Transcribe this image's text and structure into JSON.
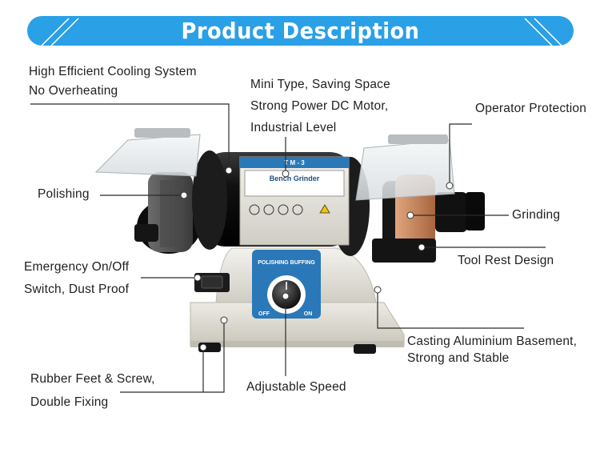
{
  "header": {
    "title": "Product Description"
  },
  "features": {
    "cooling": {
      "line1": "High Efficient Cooling System",
      "line2": "No Overheating"
    },
    "motor": {
      "line1": "Mini Type, Saving Space",
      "line2": "Strong Power DC Motor,",
      "line3": "Industrial Level"
    },
    "protection": {
      "line1": "Operator Protection"
    },
    "polishing": {
      "line1": "Polishing"
    },
    "grinding": {
      "line1": "Grinding"
    },
    "tool_rest": {
      "line1": "Tool Rest Design"
    },
    "emergency": {
      "line1": "Emergency On/Off",
      "line2": "Switch, Dust Proof"
    },
    "casting": {
      "line1": "Casting Aluminium Basement,",
      "line2": "Strong and Stable"
    },
    "feet": {
      "line1": "Rubber Feet & Screw,",
      "line2": "Double Fixing"
    },
    "speed": {
      "line1": "Adjustable Speed"
    }
  },
  "product": {
    "model_label": "T M - 3",
    "name_plate": "Bench Grinder",
    "control_panel_title": "POLISHING BUFFING",
    "knob_off": "OFF",
    "knob_on": "ON"
  },
  "colors": {
    "banner": "#2aa0e6",
    "callout_line": "#2b2b2b",
    "marker": "#ffffff",
    "motor": "#0d0d0d",
    "housing": "#e6e4dc",
    "panel": "#2a78b8",
    "grinding_wheel": "#c98a63",
    "polishing_wheel": "#555555"
  }
}
